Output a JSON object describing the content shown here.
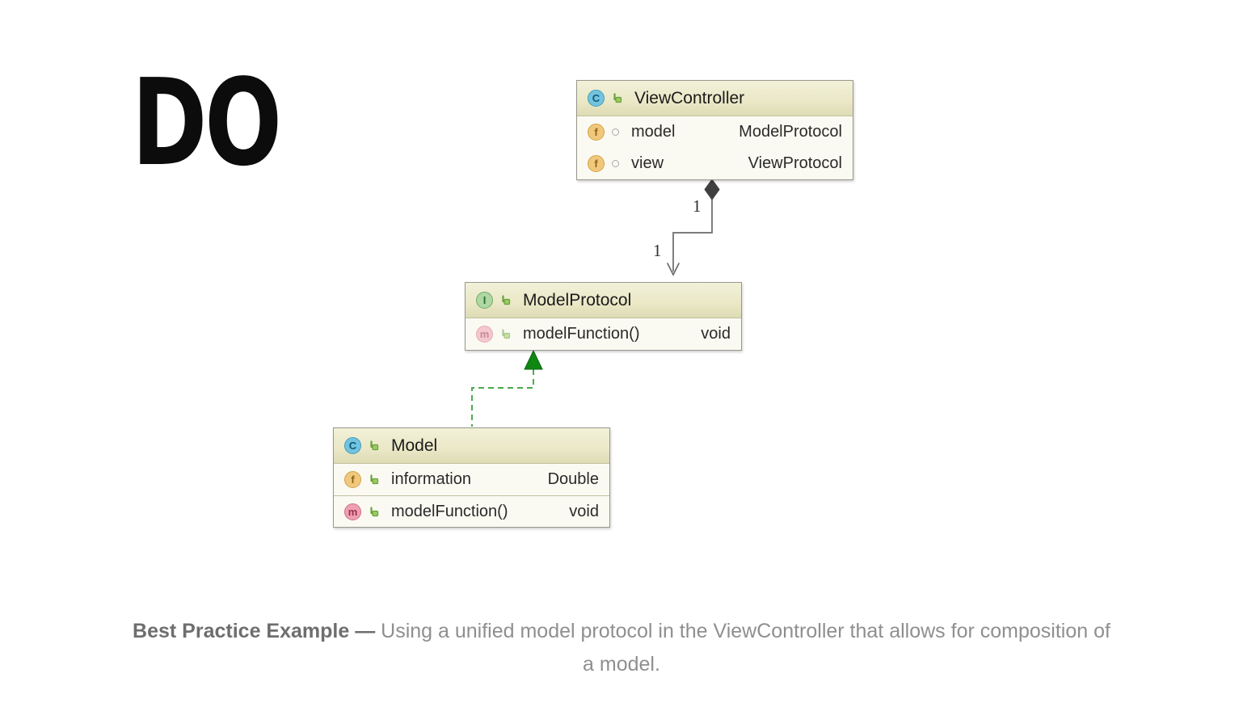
{
  "heading": {
    "text": "DO"
  },
  "caption": {
    "lead": "Best Practice Example —",
    "line1": " Using a unified model protocol in the ViewController that allows for composition of",
    "line2": "a model."
  },
  "colors": {
    "page_background": "#ffffff",
    "box_header": "#ebe9c8",
    "box_body": "#fbfaf2",
    "box_border": "#98988e",
    "class_badge": "#74c3de",
    "interface_badge": "#aed7a4",
    "field_badge": "#f0c87d",
    "method_badge": "#efa0b0",
    "key_icon_green": "#67a03c",
    "composition_edge": "#6a6a6a",
    "realization_edge": "#2e9e34",
    "caption_text": "#8f8f8f"
  },
  "diagram": {
    "classes": [
      {
        "id": "viewcontroller",
        "kind": "class",
        "kind_letter": "C",
        "title": "ViewController",
        "members": [
          {
            "icon": "field-icon",
            "letter": "f",
            "visibility_icon": "circle-outline-icon",
            "name": "model",
            "type": "ModelProtocol"
          },
          {
            "icon": "field-icon",
            "letter": "f",
            "visibility_icon": "circle-outline-icon",
            "name": "view",
            "type": "ViewProtocol"
          }
        ]
      },
      {
        "id": "modelprotocol",
        "kind": "interface",
        "kind_letter": "I",
        "title": "ModelProtocol",
        "members": [
          {
            "icon": "method-icon",
            "letter": "m",
            "visibility_icon": "key-icon",
            "name": "modelFunction()",
            "type": "void"
          }
        ]
      },
      {
        "id": "model",
        "kind": "class",
        "kind_letter": "C",
        "title": "Model",
        "members": [
          {
            "icon": "field-icon",
            "letter": "f",
            "visibility_icon": "key-icon",
            "name": "information",
            "type": "Double"
          },
          {
            "icon": "method-icon",
            "letter": "m",
            "visibility_icon": "key-icon",
            "name": "modelFunction()",
            "type": "void"
          }
        ]
      }
    ],
    "edges": [
      {
        "type": "composition",
        "from": "ViewController",
        "to": "ModelProtocol",
        "style": "solid",
        "color": "#6a6a6a",
        "labels": [
          "1",
          "1"
        ]
      },
      {
        "type": "realization",
        "from": "Model",
        "to": "ModelProtocol",
        "style": "dashed",
        "color": "#2e9e34",
        "labels": []
      }
    ]
  }
}
